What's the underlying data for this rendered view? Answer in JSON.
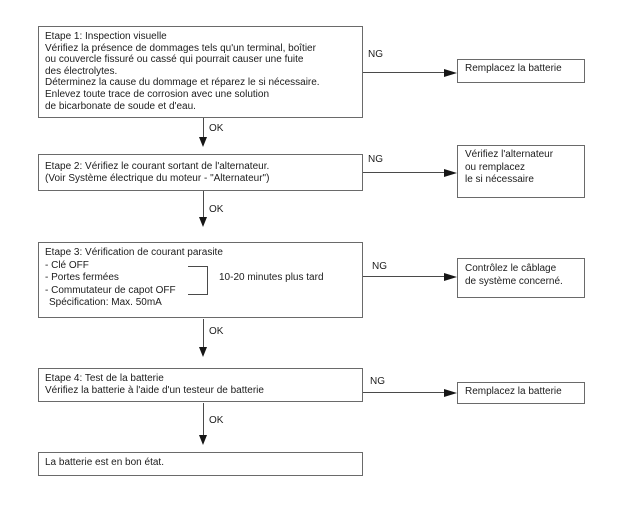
{
  "labels": {
    "ng": "NG",
    "ok": "OK"
  },
  "colors": {
    "background": "#ffffff",
    "box_border": "#6a6a6a",
    "text": "#1c1c1c",
    "arrow_line": "#4a4a4a",
    "arrow_head": "#161616"
  },
  "steps": [
    {
      "lines": [
        "Etape 1: Inspection visuelle",
        "Vérifiez la présence de dommages tels qu'un terminal, boîtier",
        "ou couvercle fissuré ou cassé qui pourrait causer une fuite",
        "des électrolytes.",
        "Déterminez la cause du dommage et réparez le si nécessaire.",
        "Enlevez toute trace de corrosion avec une solution",
        "de bicarbonate de soude et d'eau."
      ],
      "ng_action_lines": [
        "Remplacez la batterie"
      ]
    },
    {
      "lines": [
        "Etape 2: Vérifiez le courant sortant de l'alternateur.",
        "(Voir Système électrique du moteur - \"Alternateur\")"
      ],
      "ng_action_lines": [
        "Vérifiez l'alternateur",
        "ou remplacez",
        "le si nécessaire"
      ]
    },
    {
      "lines": [
        "Etape 3: Vérification de courant parasite",
        "- Clé OFF",
        "- Portes fermées",
        "- Commutateur de capot OFF",
        "Spécification: Max. 50mA"
      ],
      "bracket_note": "10-20 minutes plus tard",
      "ng_action_lines": [
        "Contrôlez le câblage",
        "de système concerné."
      ]
    },
    {
      "lines": [
        "Etape 4: Test de la batterie",
        "Vérifiez la batterie à l'aide d'un testeur de batterie"
      ],
      "ng_action_lines": [
        "Remplacez la batterie"
      ]
    }
  ],
  "result": {
    "text": "La batterie est en bon état."
  }
}
